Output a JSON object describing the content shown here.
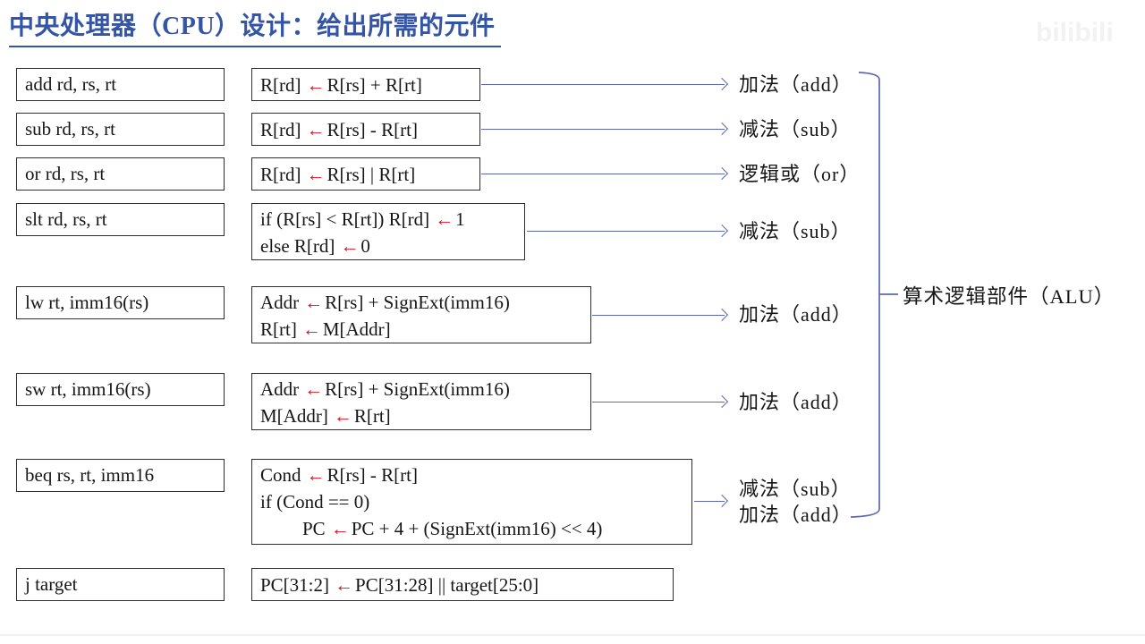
{
  "title": "中央处理器（CPU）设计：给出所需的元件",
  "icons": {
    "assign_arrow": "←"
  },
  "watermark": "bilibili",
  "alu_label": "算术逻辑部件（ALU）",
  "colors": {
    "title_blue": "#3454a6",
    "connector_blue": "#5b68b4",
    "assign_red": "#e00f1e",
    "box_border": "#2e2e2e"
  },
  "rows": [
    {
      "instruction": "add rd, rs, rt",
      "rtl": [
        {
          "before": "R[rd]",
          "after": "R[rs] + R[rt]"
        }
      ],
      "ops": [
        "加法（add）"
      ]
    },
    {
      "instruction": "sub rd, rs, rt",
      "rtl": [
        {
          "before": "R[rd]",
          "after": "R[rs] - R[rt]"
        }
      ],
      "ops": [
        "减法（sub）"
      ]
    },
    {
      "instruction": "or rd, rs, rt",
      "rtl": [
        {
          "before": "R[rd]",
          "after": "R[rs] | R[rt]"
        }
      ],
      "ops": [
        "逻辑或（or）"
      ]
    },
    {
      "instruction": "slt rd, rs, rt",
      "rtl": [
        {
          "before": "if (R[rs] < R[rt]) R[rd]",
          "after": "1"
        },
        {
          "before": "else R[rd]",
          "after": "0"
        }
      ],
      "ops": [
        "减法（sub）"
      ]
    },
    {
      "instruction": "lw rt, imm16(rs)",
      "rtl": [
        {
          "before": "Addr",
          "after": "R[rs] + SignExt(imm16)"
        },
        {
          "before": "R[rt]",
          "after": "M[Addr]"
        }
      ],
      "ops": [
        "加法（add）"
      ]
    },
    {
      "instruction": "sw rt, imm16(rs)",
      "rtl": [
        {
          "before": "Addr",
          "after": "R[rs] + SignExt(imm16)"
        },
        {
          "before": "M[Addr]",
          "after": "R[rt]"
        }
      ],
      "ops": [
        "加法（add）"
      ]
    },
    {
      "instruction": "beq rs, rt, imm16",
      "rtl": [
        {
          "before": "Cond",
          "after": "R[rs] - R[rt]"
        },
        {
          "before": "if (Cond == 0)"
        },
        {
          "before": "PC",
          "after": "PC + 4 + (SignExt(imm16) << 4)"
        }
      ],
      "ops": [
        "减法（sub）",
        "加法（add）"
      ]
    },
    {
      "instruction": "j target",
      "rtl": [
        {
          "before": "PC[31:2]",
          "after": "PC[31:28] || target[25:0]"
        }
      ],
      "ops": []
    }
  ]
}
